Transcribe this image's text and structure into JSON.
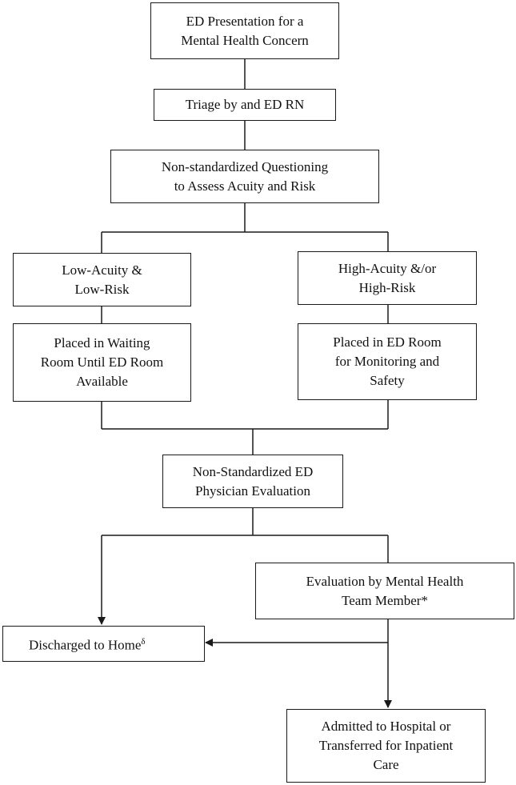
{
  "nodes": {
    "presentation": {
      "lines": [
        "ED Presentation for a",
        "Mental Health Concern"
      ]
    },
    "triage": {
      "lines": [
        "Triage by and ED RN"
      ]
    },
    "questioning": {
      "lines": [
        "Non-standardized Questioning",
        "to Assess Acuity and Risk"
      ]
    },
    "low_risk": {
      "lines": [
        "Low-Acuity &",
        "Low-Risk"
      ]
    },
    "high_risk": {
      "lines": [
        "High-Acuity &/or",
        "High-Risk"
      ]
    },
    "waiting_room": {
      "lines": [
        "Placed in Waiting",
        "Room Until ED Room",
        "Available"
      ]
    },
    "ed_room": {
      "lines": [
        "Placed in ED Room",
        "for Monitoring and",
        "Safety"
      ]
    },
    "physician_eval": {
      "lines": [
        "Non-Standardized ED",
        "Physician Evaluation"
      ]
    },
    "mh_eval": {
      "lines": [
        "Evaluation by Mental Health",
        "Team Member*"
      ]
    },
    "discharged": {
      "text": "Discharged to Home",
      "superscript": "δ"
    },
    "admitted": {
      "lines": [
        "Admitted to Hospital or",
        "Transferred for Inpatient",
        "Care"
      ]
    }
  }
}
